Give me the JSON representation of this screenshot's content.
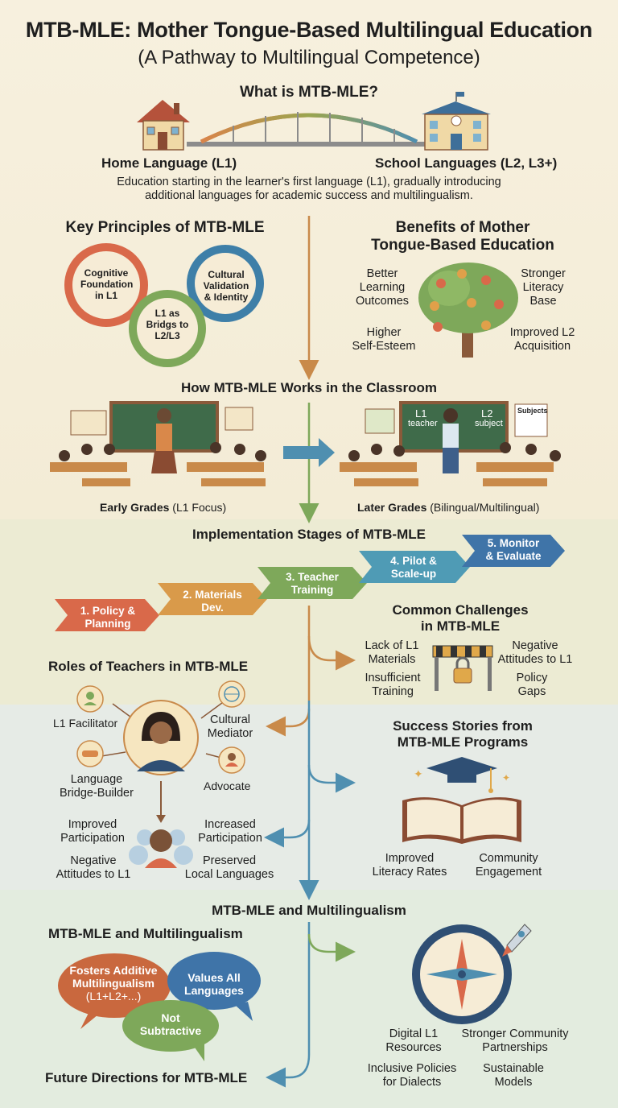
{
  "title": "MTB-MLE: Mother Tongue-Based Multilingual Education",
  "subtitle": "(A Pathway to Multilingual Competence)",
  "what_is": {
    "heading": "What is MTB-MLE?",
    "home_label": "Home Language (L1)",
    "school_label": "School Languages (L2, L3+)",
    "description_line1": "Education starting in the learner's first language (L1), gradually introducing",
    "description_line2": "additional languages for academic success and multilingualism."
  },
  "principles": {
    "heading": "Key Principles of MTB-MLE",
    "gear1": [
      "Cognitive",
      "Foundation",
      "in L1"
    ],
    "gear2": [
      "Cultural",
      "Validation",
      "& Identity"
    ],
    "gear3": [
      "L1 as",
      "Bridgs to",
      "L2/L3"
    ]
  },
  "benefits": {
    "heading_line1": "Benefits of Mother",
    "heading_line2": "Tongue-Based Education",
    "items": [
      [
        "Better",
        "Learning",
        "Outcomes"
      ],
      [
        "Stronger",
        "Literacy",
        "Base"
      ],
      [
        "Higher",
        "Self-Esteem"
      ],
      [
        "Improved L2",
        "Acquisition"
      ]
    ]
  },
  "classroom": {
    "heading": "How MTB-MLE Works in the Classroom",
    "early_bold": "Early Grades",
    "early_rest": "(L1 Focus)",
    "later_bold": "Later Grades",
    "later_rest": "(Bilingual/Multilingual)",
    "board_l1": "L1",
    "board_l2": "L2",
    "board_teacher": "teacher",
    "board_subject": "subject",
    "chart_label": "Subjects"
  },
  "stages": {
    "heading": "Implementation Stages of MTB-MLE",
    "items": [
      {
        "line1": "1. Policy &",
        "line2": "Planning",
        "color": "#d9694a"
      },
      {
        "line1": "2. Materials",
        "line2": "Dev.",
        "color": "#d99a4a"
      },
      {
        "line1": "3. Teacher",
        "line2": "Training",
        "color": "#7ea85a"
      },
      {
        "line1": "4. Pilot &",
        "line2": "Scale-up",
        "color": "#4f9bb5"
      },
      {
        "line1": "5. Monitor",
        "line2": "& Evaluate",
        "color": "#3f74a8"
      }
    ]
  },
  "challenges": {
    "heading_line1": "Common Challenges",
    "heading_line2": "in MTB-MLE",
    "items": [
      [
        "Lack of L1",
        "Materials"
      ],
      [
        "Negative",
        "Attitudes to L1"
      ],
      [
        "Insufficient",
        "Training"
      ],
      [
        "Policy",
        "Gaps"
      ]
    ]
  },
  "teachers": {
    "heading": "Roles of Teachers in MTB-MLE",
    "roles": [
      "L1 Facilitator",
      [
        "Cultural",
        "Mediator"
      ],
      [
        "Language",
        "Bridge-Builder"
      ],
      "Advocate"
    ],
    "outcomes": [
      [
        "Improved",
        "Participation"
      ],
      [
        "Increased",
        "Participation"
      ],
      [
        "Negative",
        "Attitudes to L1"
      ],
      [
        "Preserved",
        "Local Languages"
      ]
    ]
  },
  "success": {
    "heading_line1": "Success Stories from",
    "heading_line2": "MTB-MLE Programs",
    "items": [
      [
        "Improved",
        "Literacy Rates"
      ],
      [
        "Community",
        "Engagement"
      ]
    ]
  },
  "multilingualism": {
    "center_heading": "MTB-MLE and Multilingualism",
    "left_heading": "MTB-MLE and Multilingualism",
    "bubble1": [
      "Fosters Additive",
      "Multilingualism",
      "(L1+L2+...)"
    ],
    "bubble2": [
      "Values All",
      "Languages"
    ],
    "bubble3": [
      "Not",
      "Subtractive"
    ]
  },
  "future": {
    "heading": "Future Directions for MTB-MLE",
    "items": [
      [
        "Digital L1",
        "Resources"
      ],
      [
        "Stronger Community",
        "Partnerships"
      ],
      [
        "Inclusive Policies",
        "for Dialects"
      ],
      [
        "Sustainable",
        "Models"
      ]
    ]
  },
  "colors": {
    "orange": "#d9694a",
    "amber": "#d99a4a",
    "green": "#7ea85a",
    "teal": "#4f9bb5",
    "blue": "#3f74a8"
  }
}
